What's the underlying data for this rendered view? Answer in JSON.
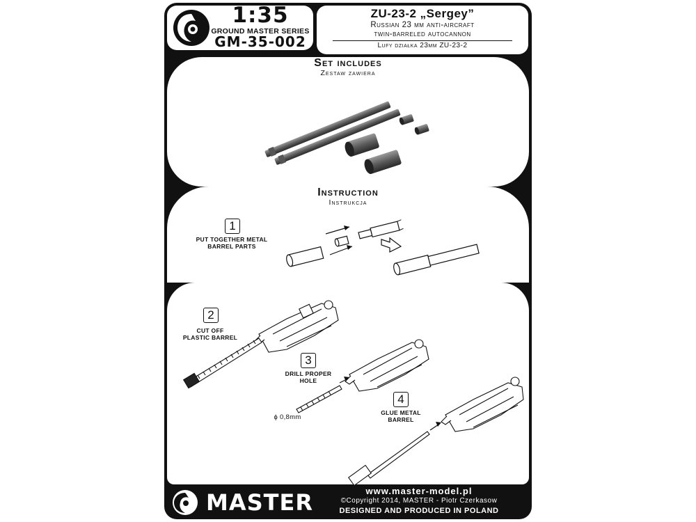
{
  "header": {
    "scale": "1:35",
    "series": "GROUND MASTER SERIES",
    "code": "GM-35-002",
    "title": "ZU-23-2 „Sergey”",
    "subtitle_line1": "Russian 23 mm anti-aircraft",
    "subtitle_line2": "twin-barreled autocannon",
    "polish_title": "Lufy działka 23mm ZU-23-2"
  },
  "set_includes": {
    "title": "Set includes",
    "subtitle": "Zestaw zawiera"
  },
  "instruction": {
    "title": "Instruction",
    "subtitle": "Instrukcja"
  },
  "steps": [
    {
      "num": "1",
      "text_line1": "PUT TOGETHER METAL",
      "text_line2": "BARREL PARTS"
    },
    {
      "num": "2",
      "text_line1": "CUT OFF",
      "text_line2": "PLASTIC BARREL"
    },
    {
      "num": "3",
      "text_line1": "DRILL PROPER",
      "text_line2": "HOLE"
    },
    {
      "num": "4",
      "text_line1": "GLUE METAL",
      "text_line2": "BARREL"
    }
  ],
  "drill_size": "ϕ 0,8mm",
  "footer": {
    "brand": "MASTER",
    "url": "www.master-model.pl",
    "copyright": "©Copyright 2014, MASTER - Piotr Czerkasow",
    "made_in": "DESIGNED AND PRODUCED IN POLAND"
  }
}
